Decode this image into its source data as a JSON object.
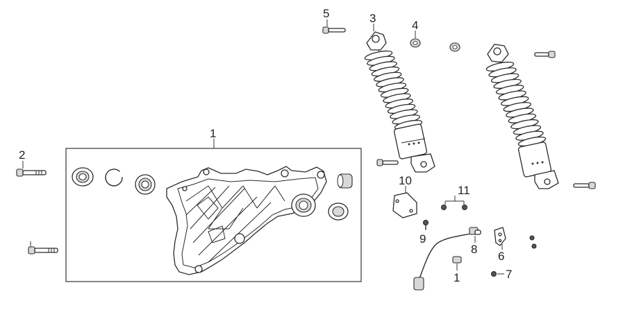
{
  "diagram": {
    "callouts": [
      "1",
      "2",
      "3",
      "4",
      "5",
      "10",
      "11",
      "9",
      "8",
      "6",
      "1",
      "7"
    ]
  }
}
